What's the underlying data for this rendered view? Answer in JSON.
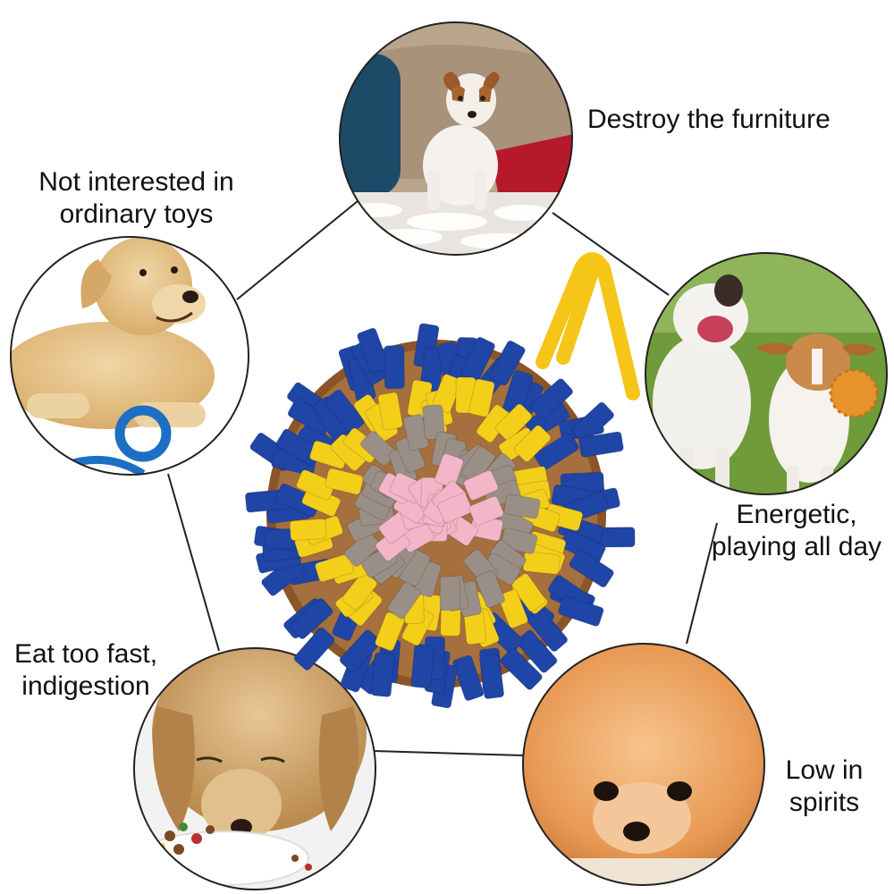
{
  "captions": {
    "top": "Destroy the furniture",
    "left": "Not interested in\nordinary toys",
    "right": "Energetic,\nplaying all day",
    "bottom_left": "Eat too fast,\nindigestion",
    "bottom_right": "Low in\nspirits"
  },
  "colors": {
    "mat_blue": "#1f45a6",
    "mat_yellow": "#f3cf1a",
    "mat_gray": "#9a8f86",
    "mat_pink": "#f2b6c8",
    "mat_rim": "#8a5528",
    "ribbon": "#f5c518",
    "frame_line": "#222222"
  }
}
